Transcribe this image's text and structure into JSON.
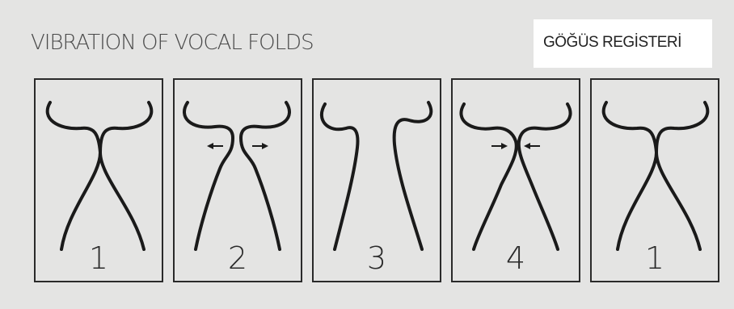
{
  "title": "VIBRATION OF VOCAL FOLDS",
  "badge": "GÖĞÜS REGİSTERİ",
  "panels": [
    {
      "label": "1"
    },
    {
      "label": "2"
    },
    {
      "label": "3"
    },
    {
      "label": "4"
    },
    {
      "label": "1"
    }
  ]
}
